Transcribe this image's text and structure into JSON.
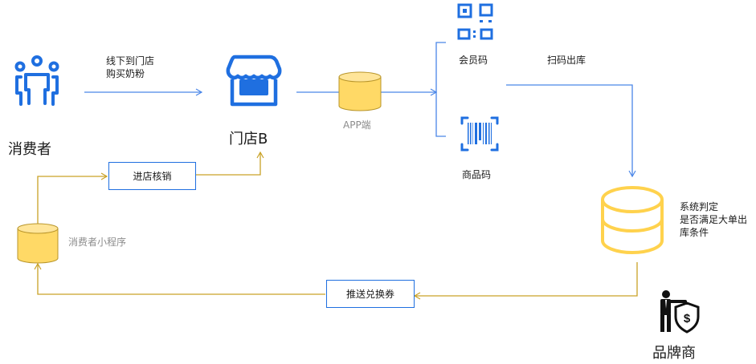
{
  "nodes": {
    "consumer": {
      "label": "消费者",
      "icon": "people-group-icon"
    },
    "store": {
      "label": "门店B",
      "icon": "storefront-icon"
    },
    "app": {
      "label": "APP端",
      "icon": "database-cylinder-icon"
    },
    "member_code": {
      "label": "会员码",
      "icon": "qr-code-icon"
    },
    "product_code": {
      "label": "商品码",
      "icon": "barcode-scan-icon"
    },
    "system": {
      "label_lines": [
        "系统判定",
        "是否满足大单出",
        "库条件"
      ],
      "icon": "database-stack-icon"
    },
    "brand": {
      "label": "品牌商",
      "icon": "businessman-shield-icon"
    },
    "mini_program": {
      "label": "消费者小程序",
      "icon": "database-cylinder-icon"
    }
  },
  "edges": {
    "buy_offline": {
      "label_lines": [
        "线下到门店",
        "购买奶粉"
      ]
    },
    "scan_out": {
      "label": "扫码出库"
    }
  },
  "process_boxes": {
    "verify_in_store": {
      "label": "进店核销"
    },
    "push_coupon": {
      "label": "推送兑换券"
    }
  },
  "colors": {
    "blue": "#1f6fe0",
    "blue_line": "#4a86e8",
    "gold_line": "#c9a227",
    "cylinder_fill": "#ffd966",
    "cylinder_stroke": "#b8952a",
    "db_stack": "#ffd24d"
  }
}
